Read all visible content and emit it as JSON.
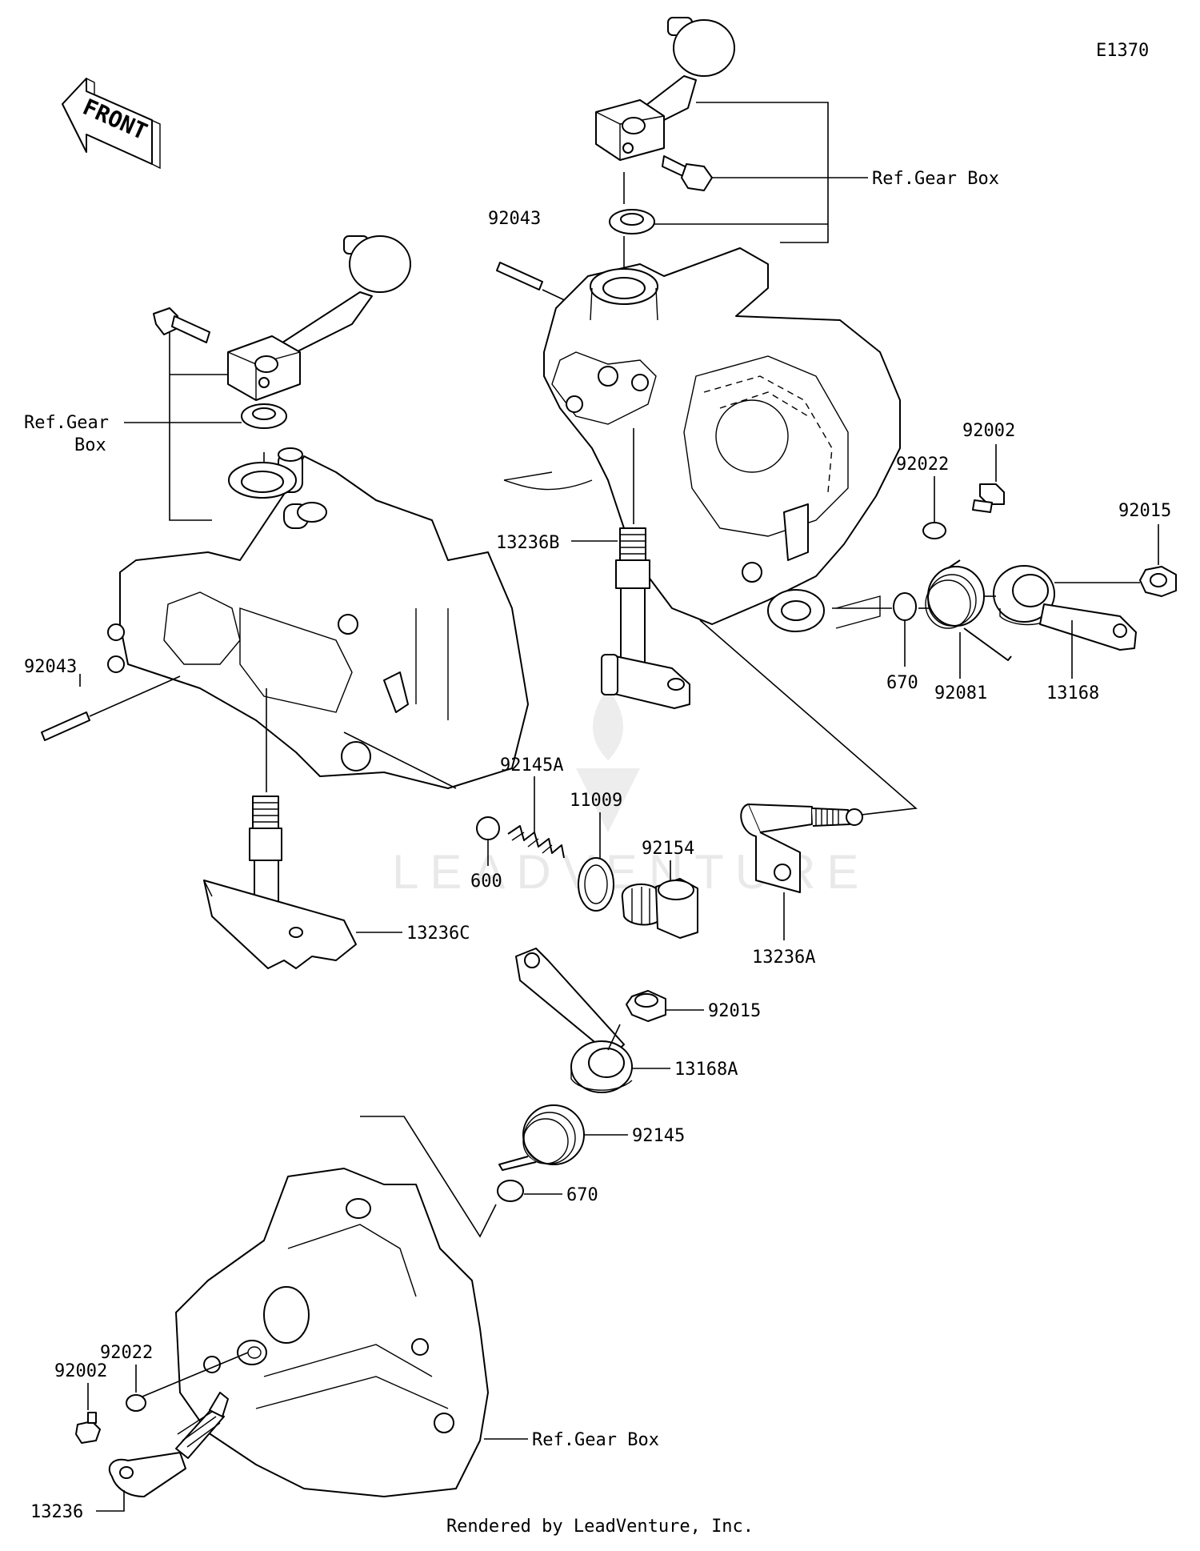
{
  "diagram_id": "E1370",
  "front_arrow": "FRONT",
  "watermark": "LEADVENTURE",
  "footer": "Rendered by LeadVenture, Inc.",
  "labels": {
    "ref_gear_box_top": "Ref.Gear Box",
    "ref_gear_box_left_1": "Ref.Gear",
    "ref_gear_box_left_2": "Box",
    "ref_gear_box_bottom": "Ref.Gear Box",
    "p92043_top": "92043",
    "p92043_left": "92043",
    "p92002_right": "92002",
    "p92022_right": "92022",
    "p92015_right": "92015",
    "p13236B": "13236B",
    "p670_right": "670",
    "p92081": "92081",
    "p13168": "13168",
    "p92145A": "92145A",
    "p11009": "11009",
    "p92154": "92154",
    "p600": "600",
    "p13236C": "13236C",
    "p13236A": "13236A",
    "p92015_mid": "92015",
    "p13168A": "13168A",
    "p92145": "92145",
    "p670_bottom": "670",
    "p92022_bottom": "92022",
    "p92002_bottom": "92002",
    "p13236": "13236"
  }
}
